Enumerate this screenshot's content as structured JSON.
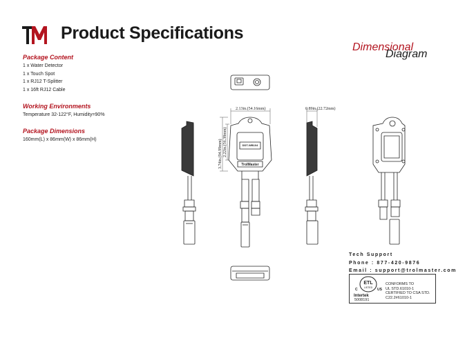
{
  "header": {
    "logo_icon": "tm-logo-icon",
    "title": "Product Specifications"
  },
  "sections": {
    "package_content": {
      "title": "Package Content",
      "items": [
        "1 x Water Detector",
        "1 x Touch Spot",
        "1 x RJ12 T-Splitter",
        "1 x 16ft RJ12 Cable"
      ]
    },
    "working_environments": {
      "title": "Working Environments",
      "items": [
        "Temperature 32-122°F, Humidity=90%"
      ]
    },
    "package_dimensions": {
      "title": "Package Dimensions",
      "items": [
        "160mm(L) x 86mm(W) x 86mm(H)"
      ]
    }
  },
  "diagram": {
    "title_part1": "Dimensional",
    "title_part2": "Diagram",
    "width_label": "2.13in.(54.16mm)",
    "depth_label": "0.89in.(22.72mm)",
    "height_label": "3.74in.(94.99mm)",
    "inner_height_label": "2.22in.(56.38mm)",
    "device_label": "DDT-WB104",
    "brand_label": "TrolMaster"
  },
  "support": {
    "heading": "Tech Support",
    "phone": "Phone : 877-420-9876",
    "email": "Email : support@trolmaster.com"
  },
  "certification": {
    "icon": "etl-listed-icon",
    "mark_text": "ETL",
    "mark_sub": "LISTED",
    "c_mark": "C",
    "us_mark": "US",
    "brand": "Intertek",
    "number": "5008191",
    "lines": [
      "CONFORMS TO",
      "UL STD.61010-1",
      "CERTIFIED TO CSA STD.",
      "C22.2#61010-1"
    ]
  },
  "colors": {
    "accent": "#b3141f",
    "text": "#1a1a1a"
  }
}
